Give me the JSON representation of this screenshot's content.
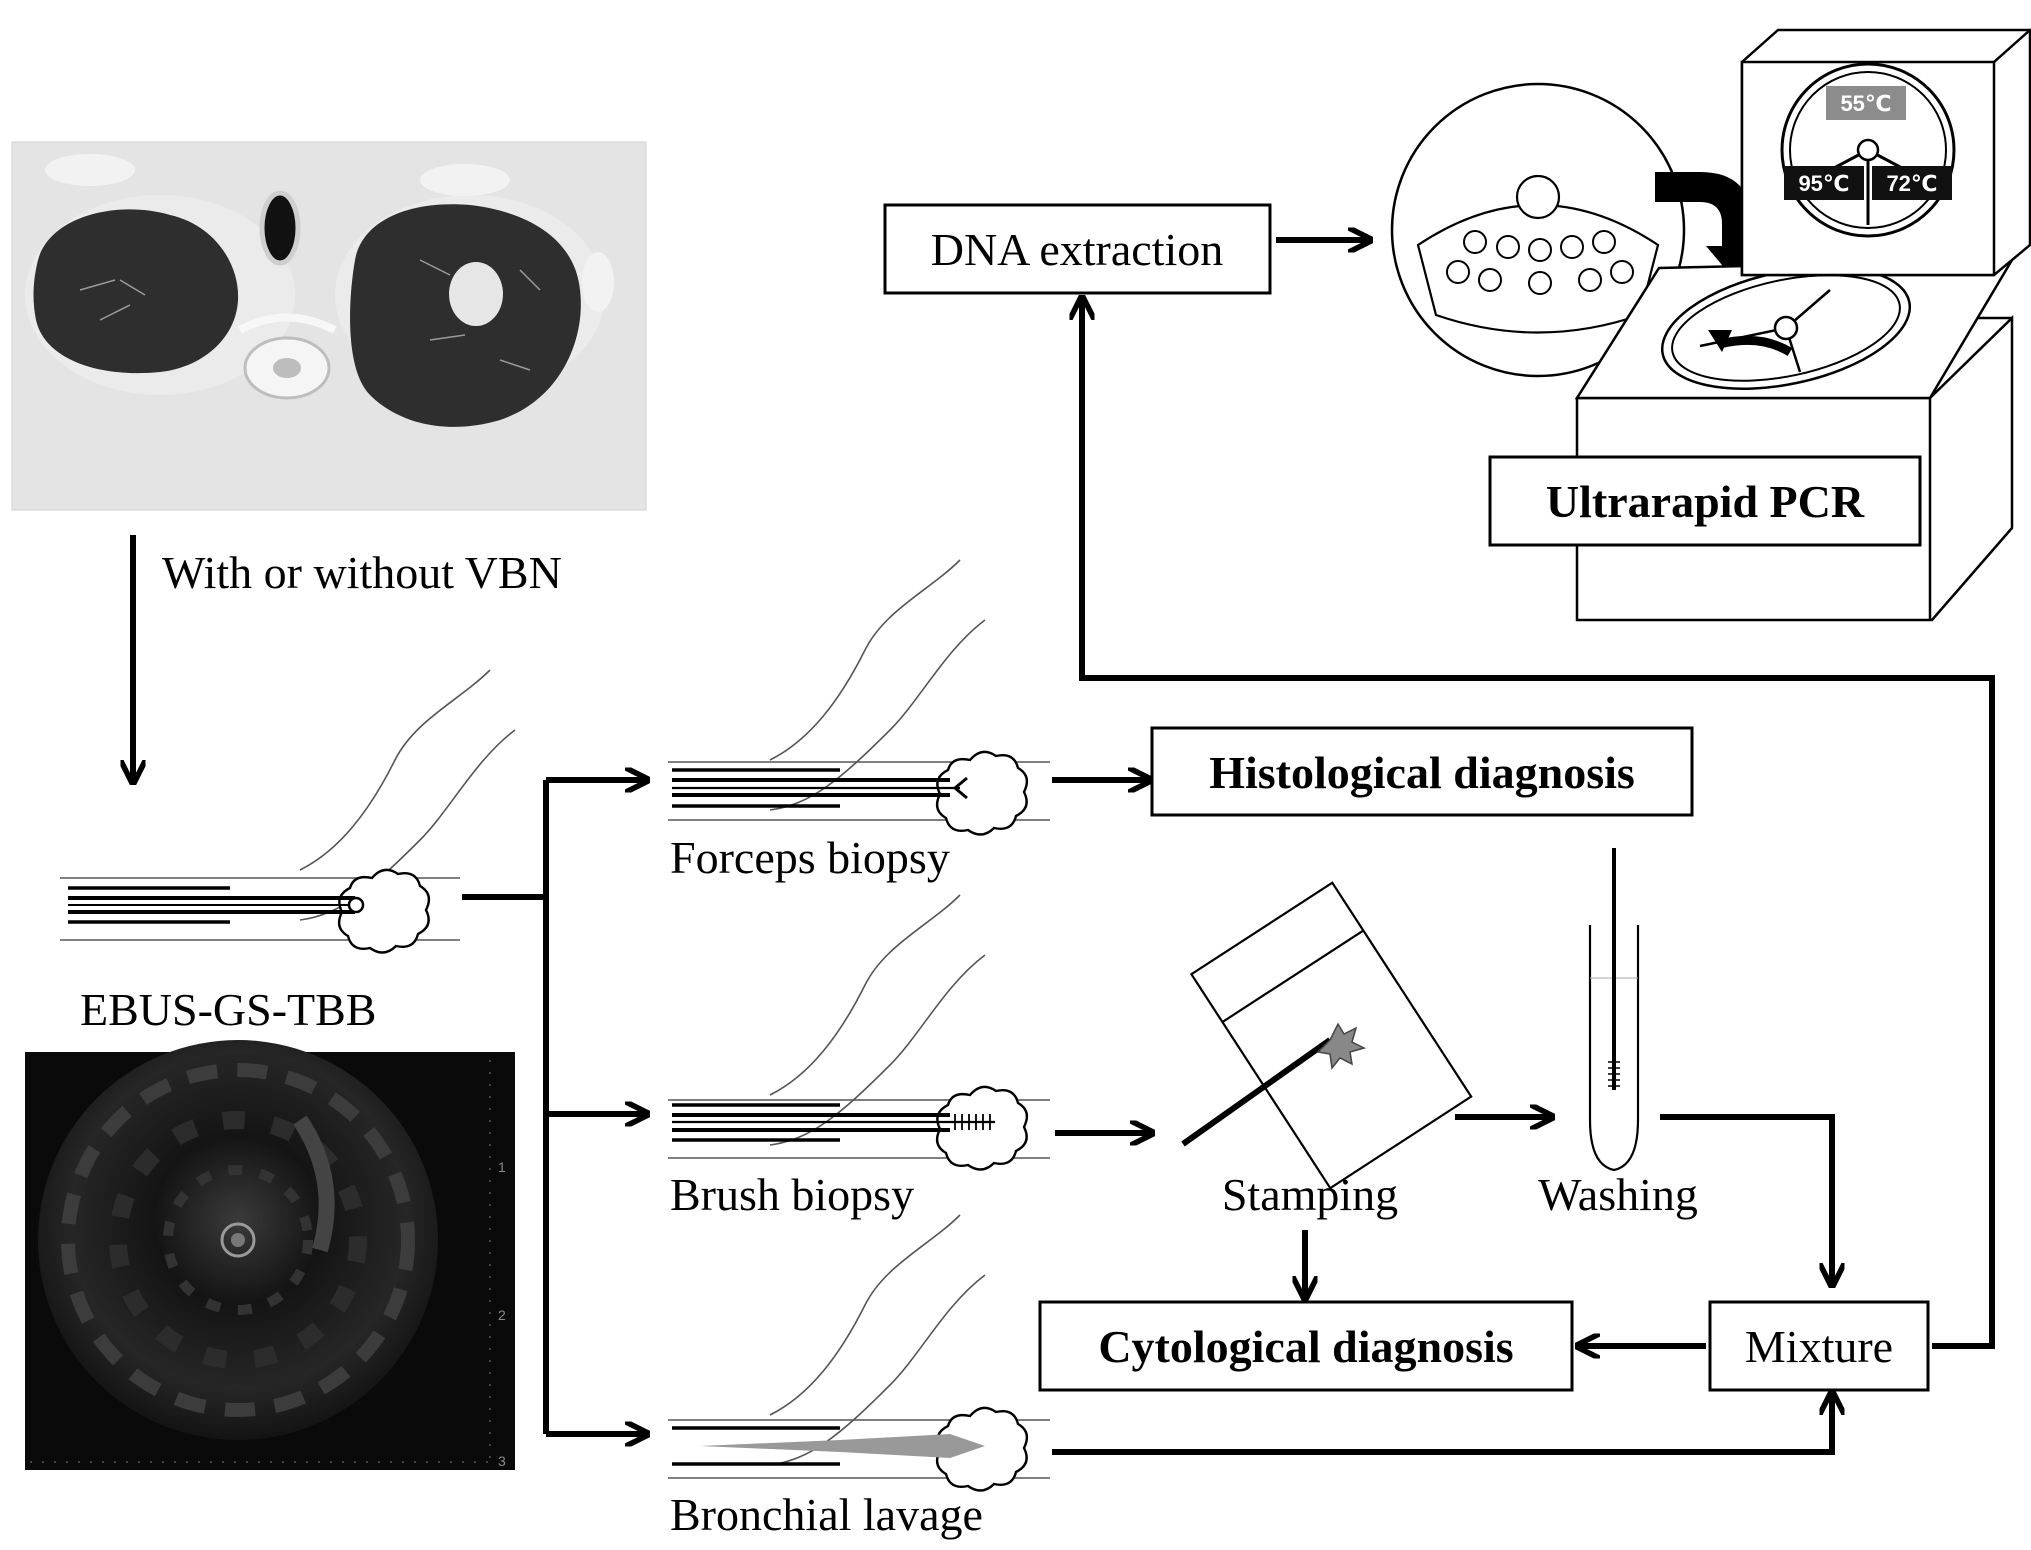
{
  "labels": {
    "vbn": "With or without VBN",
    "ebus": "EBUS-GS-TBB",
    "forceps": "Forceps biopsy",
    "brush": "Brush biopsy",
    "lavage": "Bronchial lavage",
    "stamping": "Stamping",
    "washing": "Washing",
    "histological": "Histological diagnosis",
    "cytological": "Cytological diagnosis",
    "mixture": "Mixture",
    "dna": "DNA extraction",
    "pcr": "Ultrarapid PCR"
  },
  "temperatures": {
    "t55": "55℃",
    "t95": "95℃",
    "t72": "72℃"
  },
  "ultrasound_scale": [
    "1",
    "2",
    "3"
  ]
}
